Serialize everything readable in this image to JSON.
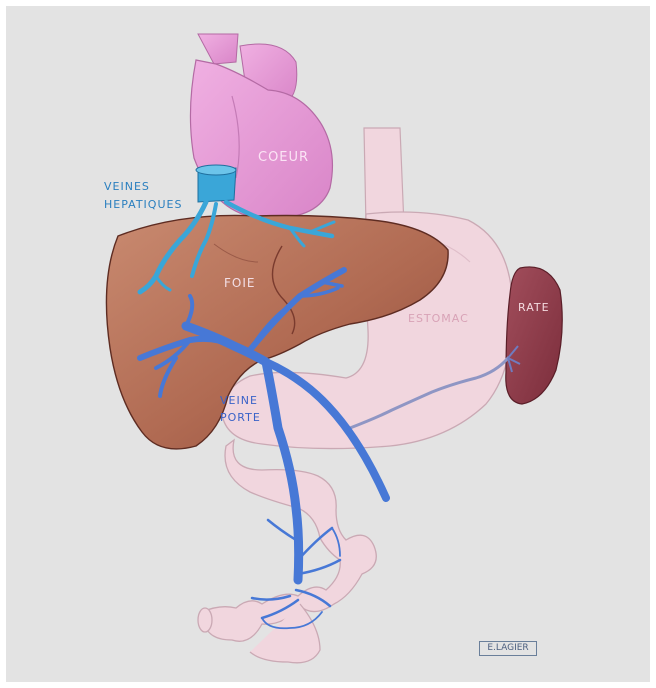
{
  "labels": {
    "veines_hepatiques_line1": "VEINES",
    "veines_hepatiques_line2": "HEPATIQUES",
    "coeur": "COEUR",
    "foie": "FOIE",
    "estomac": "ESTOMAC",
    "rate": "RATE",
    "veine_porte_line1": "VEINE",
    "veine_porte_line2": "PORTE"
  },
  "signature": "E.LAGIER",
  "colors": {
    "background": "#e3e3e3",
    "heart": "#e59ad6",
    "liver": "#b47058",
    "stomach": "#f1d6de",
    "spleen": "#8e3a48",
    "portal_vein": "#4778d6",
    "hepatic_veins": "#3aa6d8",
    "label_blue": "#2a7fbf",
    "label_light": "#f3dfe6"
  }
}
